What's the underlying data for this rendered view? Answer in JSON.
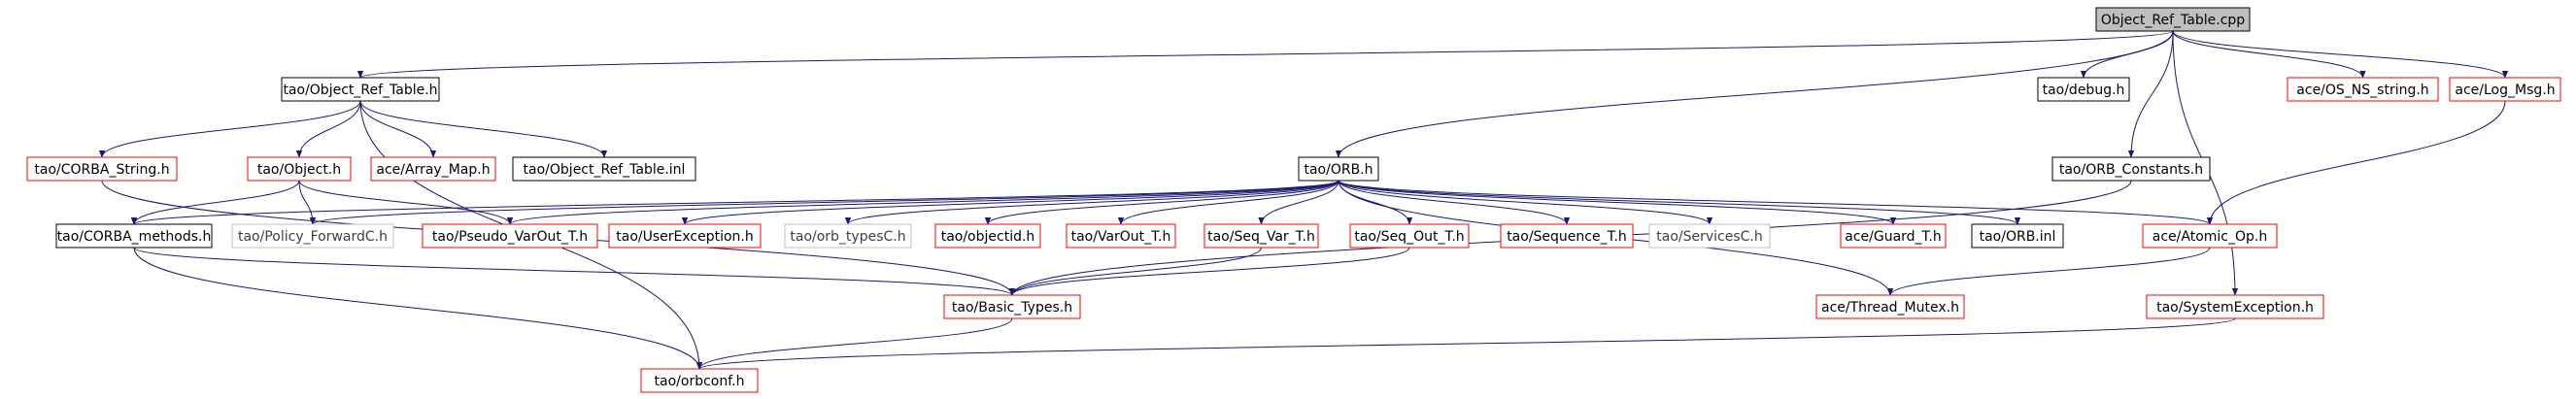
{
  "colors": {
    "edge": "#191970",
    "root_fill": "#bfbfbf",
    "border_default": "#000000",
    "border_truncated": "#ff0000",
    "border_external": "#bfbfbf",
    "text_default": "#000000",
    "text_external": "#404040"
  },
  "nodes": [
    {
      "id": "root",
      "label": "Object_Ref_Table.cpp",
      "style": "root"
    },
    {
      "id": "tao_obj_ref_table",
      "label": "tao/Object_Ref_Table.h",
      "style": "default"
    },
    {
      "id": "tao_debug",
      "label": "tao/debug.h",
      "style": "default"
    },
    {
      "id": "ace_os_ns_string",
      "label": "ace/OS_NS_string.h",
      "style": "truncated"
    },
    {
      "id": "ace_log_msg",
      "label": "ace/Log_Msg.h",
      "style": "truncated"
    },
    {
      "id": "tao_corba_string",
      "label": "tao/CORBA_String.h",
      "style": "truncated"
    },
    {
      "id": "tao_object",
      "label": "tao/Object.h",
      "style": "truncated"
    },
    {
      "id": "ace_array_map",
      "label": "ace/Array_Map.h",
      "style": "truncated"
    },
    {
      "id": "tao_obj_ref_inl",
      "label": "tao/Object_Ref_Table.inl",
      "style": "default"
    },
    {
      "id": "tao_orb",
      "label": "tao/ORB.h",
      "style": "default"
    },
    {
      "id": "tao_orb_constants",
      "label": "tao/ORB_Constants.h",
      "style": "default"
    },
    {
      "id": "tao_corba_methods",
      "label": "tao/CORBA_methods.h",
      "style": "default"
    },
    {
      "id": "tao_policy_fwd",
      "label": "tao/Policy_ForwardC.h",
      "style": "external"
    },
    {
      "id": "tao_pseudo_varout",
      "label": "tao/Pseudo_VarOut_T.h",
      "style": "truncated"
    },
    {
      "id": "tao_userexception",
      "label": "tao/UserException.h",
      "style": "truncated"
    },
    {
      "id": "tao_orb_typesc",
      "label": "tao/orb_typesC.h",
      "style": "external"
    },
    {
      "id": "tao_objectid",
      "label": "tao/objectid.h",
      "style": "truncated"
    },
    {
      "id": "tao_varout",
      "label": "tao/VarOut_T.h",
      "style": "truncated"
    },
    {
      "id": "tao_seq_var",
      "label": "tao/Seq_Var_T.h",
      "style": "truncated"
    },
    {
      "id": "tao_seq_out",
      "label": "tao/Seq_Out_T.h",
      "style": "truncated"
    },
    {
      "id": "tao_sequence_t",
      "label": "tao/Sequence_T.h",
      "style": "truncated"
    },
    {
      "id": "tao_servicesc",
      "label": "tao/ServicesC.h",
      "style": "external"
    },
    {
      "id": "ace_guard_t",
      "label": "ace/Guard_T.h",
      "style": "truncated"
    },
    {
      "id": "tao_orb_inl",
      "label": "tao/ORB.inl",
      "style": "default"
    },
    {
      "id": "ace_atomic_op",
      "label": "ace/Atomic_Op.h",
      "style": "truncated"
    },
    {
      "id": "tao_basic_types",
      "label": "tao/Basic_Types.h",
      "style": "truncated"
    },
    {
      "id": "ace_thread_mutex",
      "label": "ace/Thread_Mutex.h",
      "style": "truncated"
    },
    {
      "id": "tao_systemexception",
      "label": "tao/SystemException.h",
      "style": "truncated"
    },
    {
      "id": "tao_orbconf",
      "label": "tao/orbconf.h",
      "style": "truncated"
    }
  ],
  "edges": [
    [
      "root",
      "tao_obj_ref_table"
    ],
    [
      "root",
      "tao_debug"
    ],
    [
      "root",
      "ace_os_ns_string"
    ],
    [
      "root",
      "ace_log_msg"
    ],
    [
      "root",
      "tao_orb"
    ],
    [
      "root",
      "tao_orb_constants"
    ],
    [
      "root",
      "tao_systemexception"
    ],
    [
      "tao_obj_ref_table",
      "tao_corba_string"
    ],
    [
      "tao_obj_ref_table",
      "tao_object"
    ],
    [
      "tao_obj_ref_table",
      "ace_array_map"
    ],
    [
      "tao_obj_ref_table",
      "tao_obj_ref_inl"
    ],
    [
      "tao_obj_ref_table",
      "tao_orbconf"
    ],
    [
      "tao_corba_string",
      "tao_basic_types"
    ],
    [
      "tao_object",
      "tao_corba_methods"
    ],
    [
      "tao_object",
      "tao_policy_fwd"
    ],
    [
      "tao_object",
      "tao_pseudo_varout"
    ],
    [
      "tao_orb",
      "tao_corba_methods"
    ],
    [
      "tao_orb",
      "tao_policy_fwd"
    ],
    [
      "tao_orb",
      "tao_pseudo_varout"
    ],
    [
      "tao_orb",
      "tao_userexception"
    ],
    [
      "tao_orb",
      "tao_orb_typesc"
    ],
    [
      "tao_orb",
      "tao_objectid"
    ],
    [
      "tao_orb",
      "tao_varout"
    ],
    [
      "tao_orb",
      "tao_seq_var"
    ],
    [
      "tao_orb",
      "tao_seq_out"
    ],
    [
      "tao_orb",
      "tao_sequence_t"
    ],
    [
      "tao_orb",
      "tao_servicesc"
    ],
    [
      "tao_orb",
      "ace_guard_t"
    ],
    [
      "tao_orb",
      "tao_orb_inl"
    ],
    [
      "tao_orb",
      "ace_atomic_op"
    ],
    [
      "tao_orb",
      "ace_thread_mutex"
    ],
    [
      "tao_corba_methods",
      "tao_basic_types"
    ],
    [
      "tao_corba_methods",
      "tao_orbconf"
    ],
    [
      "tao_seq_var",
      "tao_basic_types"
    ],
    [
      "tao_seq_out",
      "tao_basic_types"
    ],
    [
      "tao_orb_constants",
      "tao_basic_types"
    ],
    [
      "ace_log_msg",
      "ace_atomic_op"
    ],
    [
      "ace_atomic_op",
      "ace_thread_mutex"
    ],
    [
      "tao_basic_types",
      "tao_orbconf"
    ],
    [
      "tao_systemexception",
      "tao_orbconf"
    ]
  ]
}
